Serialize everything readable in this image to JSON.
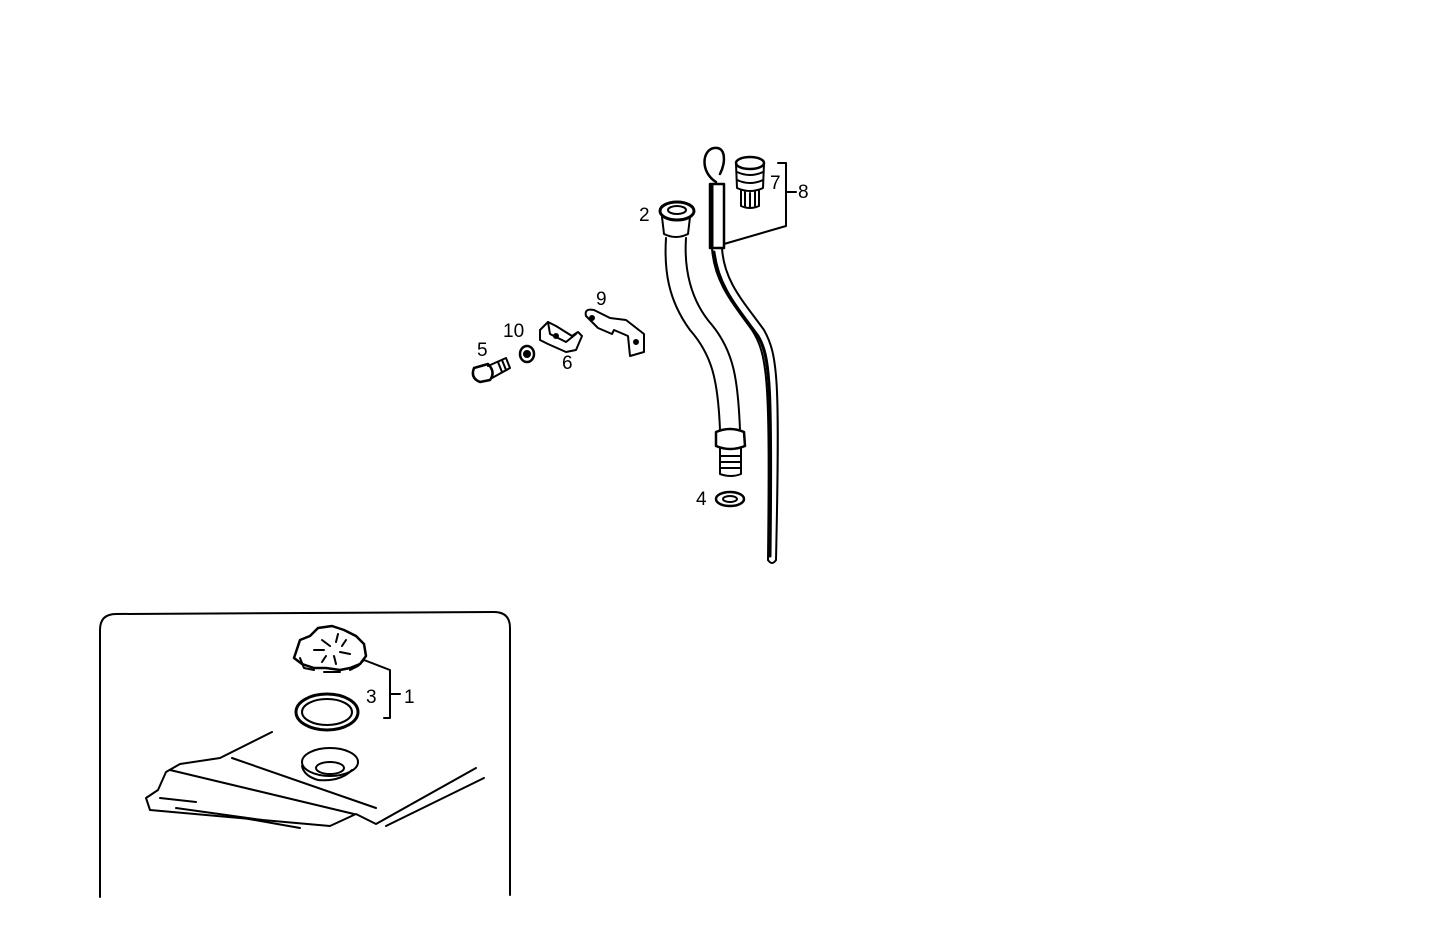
{
  "diagram": {
    "type": "exploded-parts-view",
    "background": "#ffffff",
    "ink": "#000000",
    "callouts": [
      {
        "id": "1",
        "label": "1",
        "part": "filler cap assembly (bracket over 3 and cap)"
      },
      {
        "id": "2",
        "label": "2",
        "part": "filler tube neck"
      },
      {
        "id": "3",
        "label": "3",
        "part": "sealing ring"
      },
      {
        "id": "4",
        "label": "4",
        "part": "washer"
      },
      {
        "id": "5",
        "label": "5",
        "part": "bolt"
      },
      {
        "id": "6",
        "label": "6",
        "part": "clamp"
      },
      {
        "id": "7",
        "label": "7",
        "part": "plug"
      },
      {
        "id": "8",
        "label": "8",
        "part": "dipstick assembly (bracket over 7 and dipstick)"
      },
      {
        "id": "9",
        "label": "9",
        "part": "bracket"
      },
      {
        "id": "10",
        "label": "10",
        "part": "washer"
      }
    ],
    "inset": {
      "name": "tank-top-detail",
      "has_border": true
    }
  }
}
